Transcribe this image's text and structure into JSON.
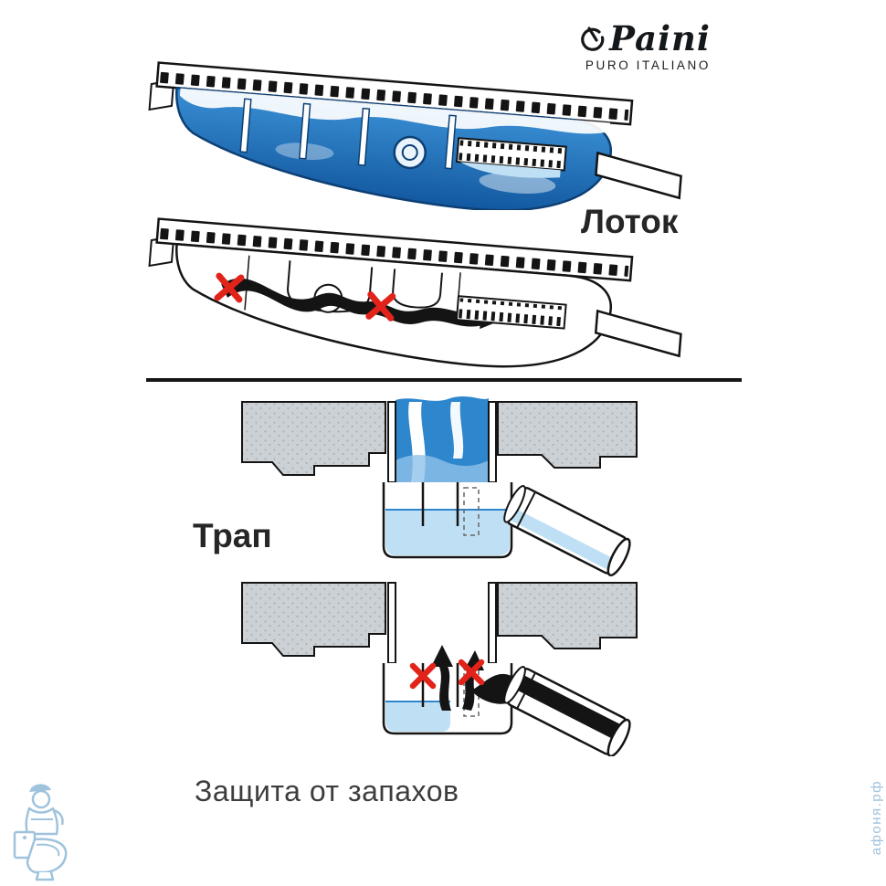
{
  "brand": {
    "name": "Paini",
    "tagline": "PURO ITALIANO"
  },
  "labels": {
    "channel": "Лоток",
    "trap": "Трап",
    "caption": "Защита от запахов"
  },
  "watermark": {
    "site": "афоня.рф",
    "color": "#9fc3dd"
  },
  "colors": {
    "line_black": "#141414",
    "water_dark": "#1258a0",
    "water_mid": "#2e86cd",
    "water_light": "#bfe0f4",
    "slab_gray": "#ccd1d5",
    "red_x": "#e2231a"
  },
  "icons": {
    "logo_mark": "paini-ring-mark",
    "plumber": "plumber-with-toilet-watermark"
  }
}
